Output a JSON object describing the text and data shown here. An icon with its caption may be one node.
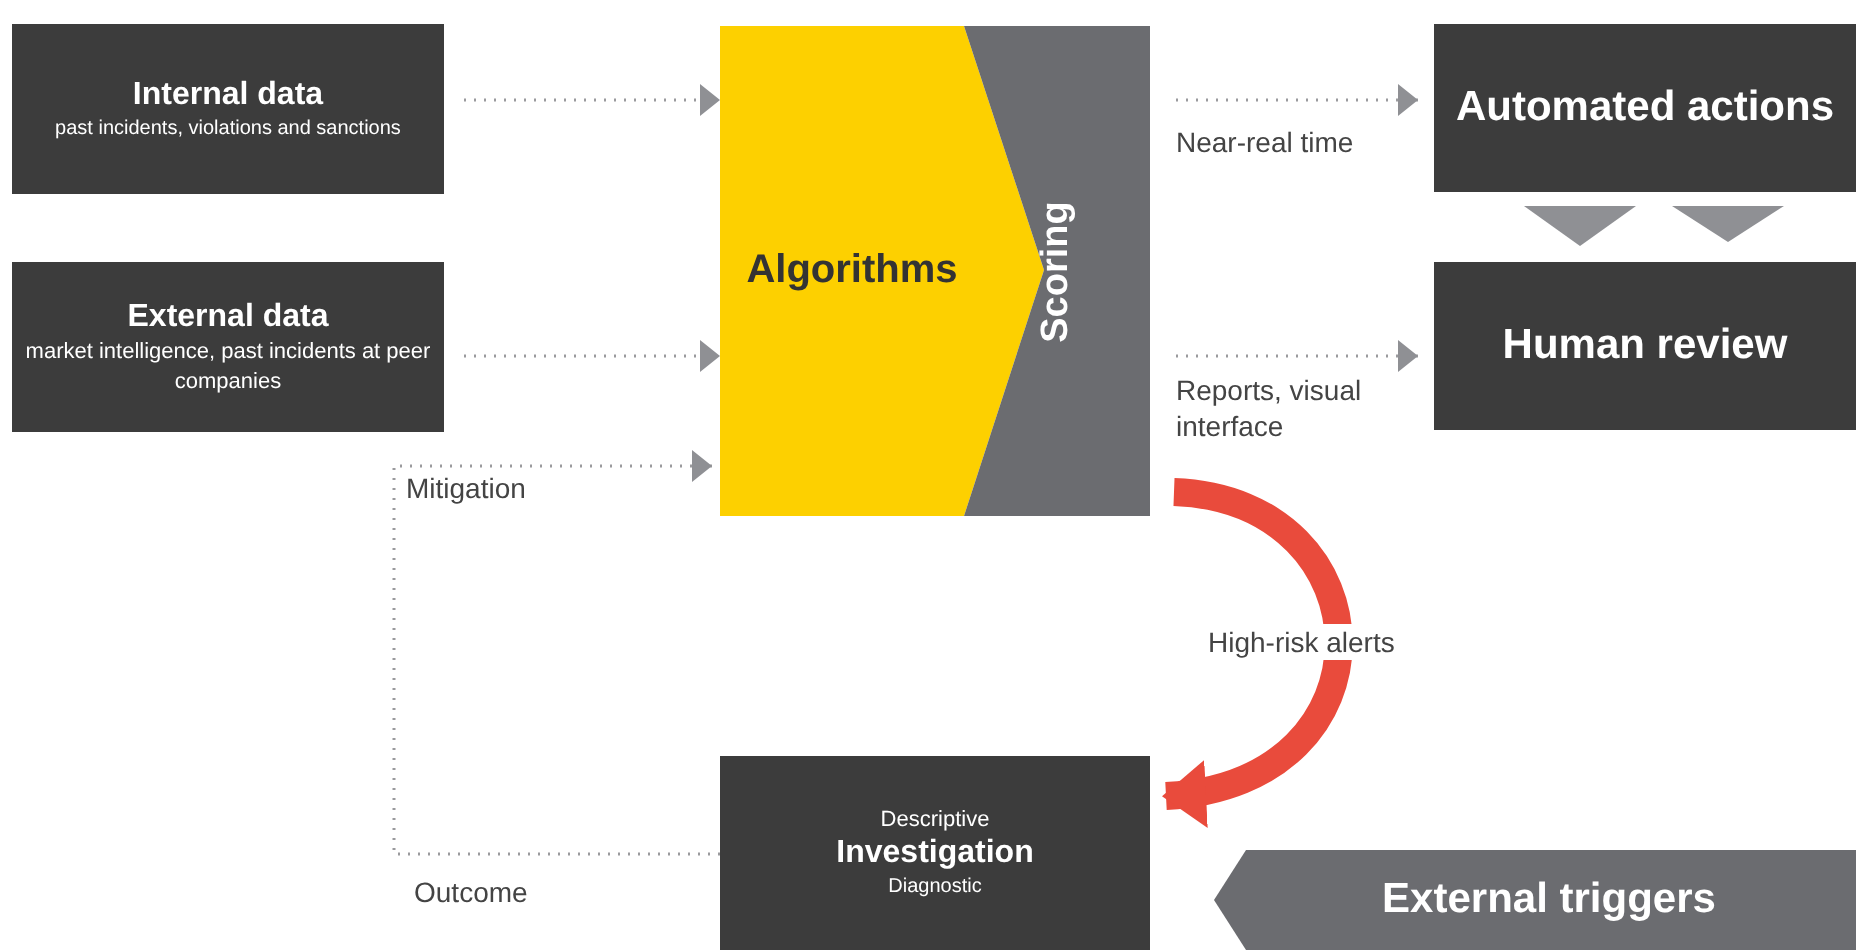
{
  "diagram": {
    "nodes": [
      {
        "text": [
          "Internal data",
          "past incidents, violations and sanctions"
        ]
      },
      {
        "text": [
          "External data",
          "market intelligence, past incidents at peer companies"
        ]
      },
      {
        "text": [
          "Algorithms"
        ]
      },
      {
        "text": [
          "Scoring"
        ]
      },
      {
        "text": [
          "Automated actions"
        ]
      },
      {
        "text": [
          "Human review"
        ]
      },
      {
        "text": [
          "Descriptive",
          "Investigation",
          "Diagnostic"
        ]
      },
      {
        "text": [
          "External triggers"
        ]
      }
    ],
    "edges": [
      {
        "from": 0,
        "to": 2,
        "arrow": "to",
        "style": "dashed"
      },
      {
        "from": 1,
        "to": 2,
        "arrow": "to",
        "style": "dashed"
      },
      {
        "from": 6,
        "to": 2,
        "arrow": "to",
        "label": "Mitigation",
        "style": "dashed"
      },
      {
        "from": 3,
        "to": 4,
        "arrow": "to",
        "label": "Near-real time",
        "style": "dashed"
      },
      {
        "from": 3,
        "to": 5,
        "arrow": "to",
        "label": "Reports, visual interface",
        "style": "dashed"
      },
      {
        "from": 3,
        "to": 6,
        "arrow": "to",
        "label": "High-risk alerts",
        "style": "thick",
        "color": "#e94b3c"
      },
      {
        "from": 4,
        "to": 5,
        "arrow": "to"
      },
      {
        "from": 4,
        "to": 5,
        "arrow": "to"
      }
    ],
    "labels": [
      "Outcome"
    ]
  }
}
